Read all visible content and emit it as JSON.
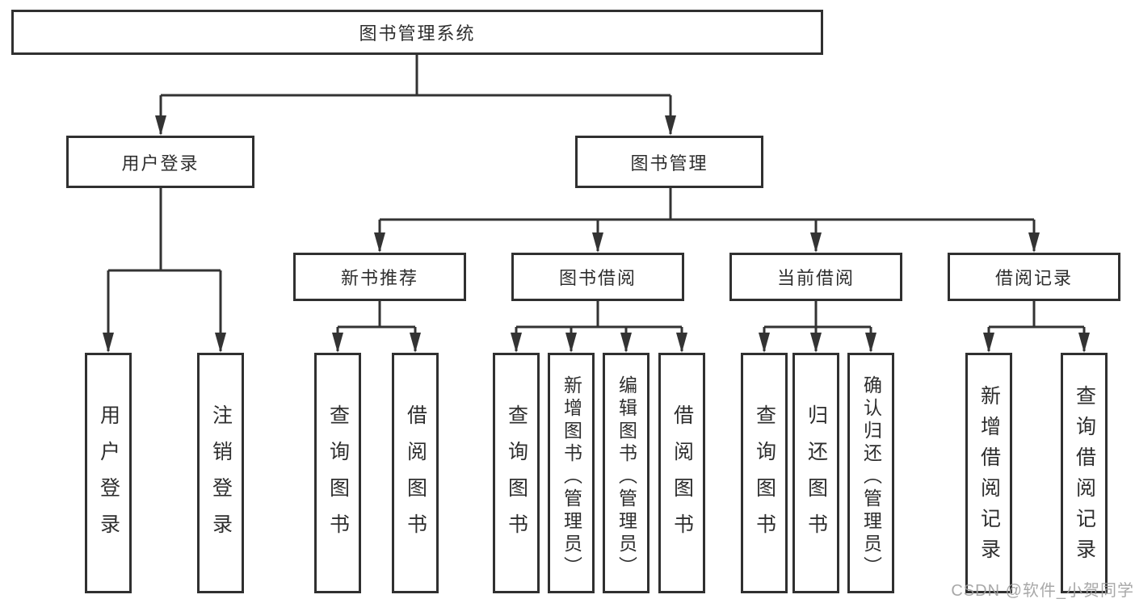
{
  "diagram": {
    "type": "hierarchy-tree",
    "watermark": "CSDN @软件_小贺同学",
    "colors": {
      "line": "#333333",
      "box_border": "#303030",
      "box_bg": "#ffffff",
      "text": "#2e2e2e",
      "watermark": "#9e9e9e",
      "background": "#ffffff"
    },
    "tree": {
      "label": "图书管理系统",
      "children": [
        {
          "label": "用户登录",
          "children": [
            {
              "label": "用户登录"
            },
            {
              "label": "注销登录"
            }
          ]
        },
        {
          "label": "图书管理",
          "children": [
            {
              "label": "新书推荐",
              "children": [
                {
                  "label": "查询图书"
                },
                {
                  "label": "借阅图书"
                }
              ]
            },
            {
              "label": "图书借阅",
              "children": [
                {
                  "label": "查询图书"
                },
                {
                  "label": "新增图书（管理员）"
                },
                {
                  "label": "编辑图书（管理员）"
                },
                {
                  "label": "借阅图书"
                }
              ]
            },
            {
              "label": "当前借阅",
              "children": [
                {
                  "label": "查询图书"
                },
                {
                  "label": "归还图书"
                },
                {
                  "label": "确认归还（管理员）"
                }
              ]
            },
            {
              "label": "借阅记录",
              "children": [
                {
                  "label": "新增借阅记录"
                },
                {
                  "label": "查询借阅记录"
                }
              ]
            }
          ]
        }
      ]
    }
  }
}
